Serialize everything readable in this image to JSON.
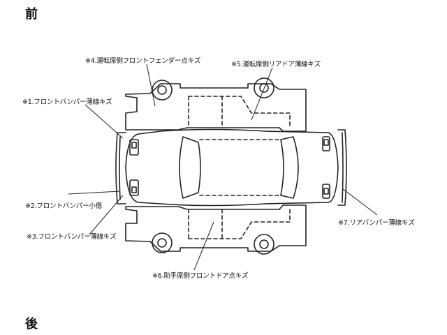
{
  "labels": {
    "front": "前",
    "rear": "後"
  },
  "damage_notes": [
    "※1.フロントバンパー薄線キズ",
    "※2.フロントバンパー小傷",
    "※3.フロントバンパー薄線キズ",
    "※4.運転席側フロントフェンダー点キズ",
    "※5.運転席側リアドア薄線キズ",
    "※6.助手席側フロントドア点キズ",
    "※7.リアバンパー薄線キズ"
  ],
  "colors": {
    "line": "#222222",
    "text": "#111111",
    "background": "#ffffff"
  }
}
